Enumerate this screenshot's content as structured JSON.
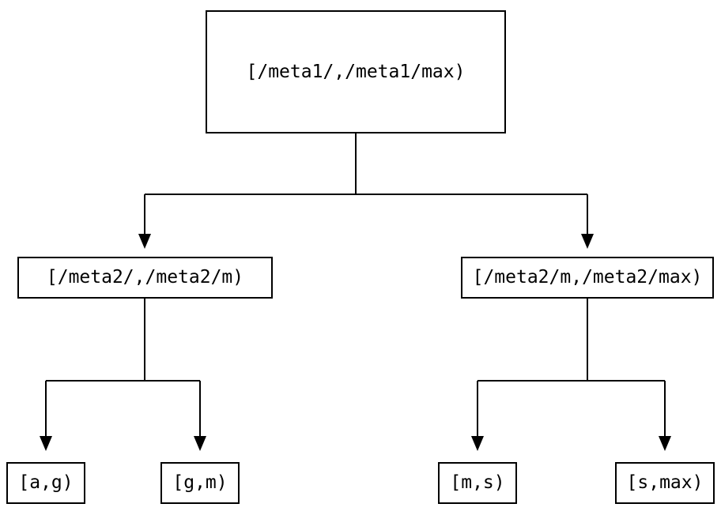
{
  "tree": {
    "nodes": [
      {
        "id": "meta1-range",
        "level": 1,
        "label": "[/meta1/,/meta1/max)"
      },
      {
        "id": "meta2-lower",
        "level": 2,
        "label": "[/meta2/,/meta2/m)"
      },
      {
        "id": "meta2-upper",
        "level": 2,
        "label": "[/meta2/m,/meta2/max)"
      },
      {
        "id": "leaf-a-g",
        "level": 3,
        "label": "[a,g)"
      },
      {
        "id": "leaf-g-m",
        "level": 3,
        "label": "[g,m)"
      },
      {
        "id": "leaf-m-s",
        "level": 3,
        "label": "[m,s)"
      },
      {
        "id": "leaf-s-max",
        "level": 3,
        "label": "[s,max)"
      }
    ],
    "edges": [
      {
        "from": "meta1-range",
        "to": "meta2-lower"
      },
      {
        "from": "meta1-range",
        "to": "meta2-upper"
      },
      {
        "from": "meta2-lower",
        "to": "leaf-a-g"
      },
      {
        "from": "meta2-lower",
        "to": "leaf-g-m"
      },
      {
        "from": "meta2-upper",
        "to": "leaf-m-s"
      },
      {
        "from": "meta2-upper",
        "to": "leaf-s-max"
      }
    ],
    "colors": {
      "background": "#ffffff",
      "line": "#000000",
      "text": "#000000"
    }
  }
}
